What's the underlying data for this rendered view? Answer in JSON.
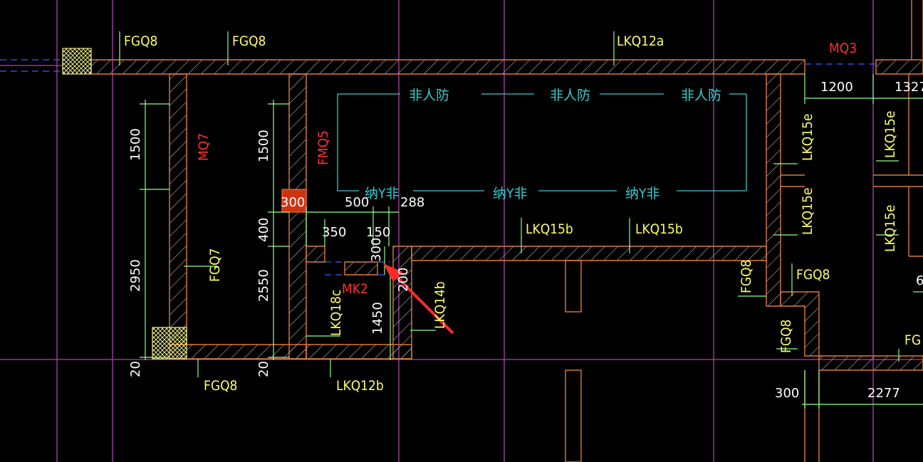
{
  "colors": {
    "wall": "#e07a3a",
    "hatch": "#c9c9c9",
    "grid": "#c050c0",
    "dim_line": "#8cff8c",
    "wall_label": "#ffff66",
    "door_label": "#ff3030",
    "zone": "#33cccc",
    "arrow": "#ff2a2a",
    "opening": "#3344ff",
    "column": "#f0f080"
  },
  "wall_labels": {
    "fgq8_top_1": "FGQ8",
    "fgq8_top_2": "FGQ8",
    "lkq12a": "LKQ12a",
    "fgq7": "FGQ7",
    "fgq8_bottom": "FGQ8",
    "lkq12b": "LKQ12b",
    "lkq18c": "LKQ18c",
    "lkq14b": "LKQ14b",
    "lkq15b_1": "LKQ15b",
    "lkq15b_2": "LKQ15b",
    "lkq15e_1": "LKQ15e",
    "lkq15e_2": "LKQ15e",
    "lkq15e_3": "LKQ15e",
    "lkq15e_4": "LKQ15e",
    "fgq8_right_1": "FGQ8",
    "fgq8_right_2": "FGQ8",
    "fgq8_right_3": "FGQ8",
    "fg_partial": "FG"
  },
  "door_labels": {
    "mq7": "MQ7",
    "fmq5": "FMQ5",
    "mk2": "MK2",
    "mq3": "MQ3"
  },
  "zone_labels": {
    "top_1": "非人防",
    "top_2": "非人防",
    "top_3": "非人防",
    "bottom_1": "纳Y非",
    "bottom_2": "纳Y非",
    "bottom_3": "纳Y非"
  },
  "dimensions": {
    "d1500_left": "1500",
    "d2950": "2950",
    "d20_left": "20",
    "d1500_mid": "1500",
    "d300_red": "300",
    "d400": "400",
    "d2550": "2550",
    "d20_mid": "20",
    "d500": "500",
    "d288": "288",
    "d350": "350",
    "d150": "150",
    "d300_v": "300",
    "d200": "200",
    "d1450": "1450",
    "d1200": "1200",
    "d1327": "1327",
    "d300_bottom": "300",
    "d2277": "2277",
    "d6_partial": "6"
  }
}
